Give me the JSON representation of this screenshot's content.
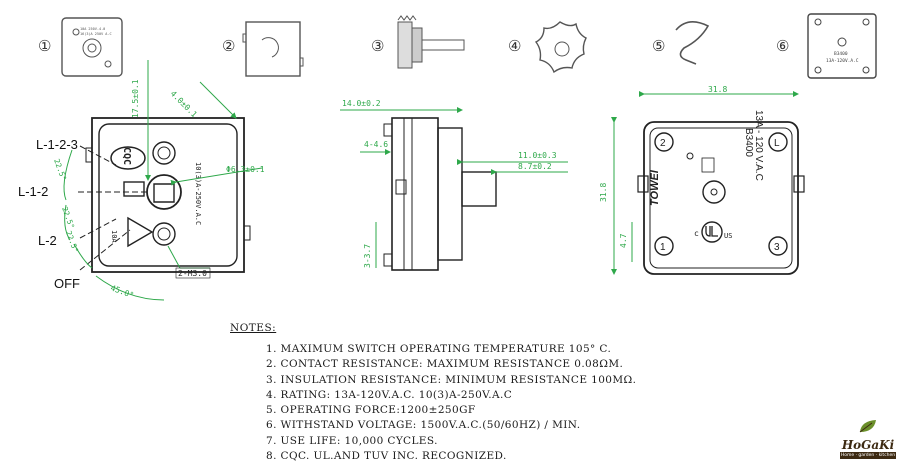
{
  "views": {
    "n1": "①",
    "n2": "②",
    "n3": "③",
    "n4": "④",
    "n5": "⑤",
    "n6": "⑥",
    "v1_line1": "10A 250V-4.0",
    "v1_line2": "16(3)A 250V A.C",
    "v6_line1": "B3400",
    "v6_line2": "13A-120V.A.C"
  },
  "front": {
    "pos_l123": "L-1-2-3",
    "pos_l12": "L-1-2",
    "pos_l2": "L-2",
    "pos_off": "OFF",
    "dim_175": "17.5±0.1",
    "dim_40": "4.0±0.1",
    "dim_63": "Φ6.3±0.1",
    "ang1": "22.5°",
    "ang2": "22.5°",
    "ang3": "22.5°",
    "ang45": "45.0°",
    "dim_m3": "2-M3.0",
    "logo_cqc": "CQC",
    "rating_text": "10(3)A-250V.A.C",
    "icon_10a": "10A"
  },
  "side": {
    "dim_140": "14.0±0.2",
    "dim_46": "4-4.6",
    "dim_110": "11.0±0.3",
    "dim_87": "8.7±0.2",
    "dim_37": "3-3.7"
  },
  "back": {
    "dim_318_top": "31.8",
    "dim_318_side": "31.8",
    "dim_47": "4.7",
    "brand": "TOWEI",
    "model": "B3400",
    "rating": "13A - 120 V.A.C",
    "us": "US",
    "c": "c",
    "t1": "1",
    "t2": "2",
    "t3": "3",
    "tL": "L"
  },
  "notes": {
    "title": "NOTES:",
    "items": [
      "1. MAXIMUM SWITCH OPERATING TEMPERATURE 105° C.",
      "2. CONTACT RESISTANCE: MAXIMUM RESISTANCE 0.08ΩM.",
      "3. INSULATION RESISTANCE: MINIMUM RESISTANCE 100MΩ.",
      "4. RATING: 13A-120V.A.C.      10(3)A-250V.A.C",
      "5. OPERATING FORCE:1200±250GF",
      "6. WITHSTAND VOLTAGE: 1500V.A.C.(50/60HZ) / MIN.",
      "7. USE LIFE: 10,000 CYCLES.",
      "8. CQC. UL.AND TUV INC. RECOGNIZED."
    ]
  },
  "logo": {
    "name": "HoGaKi",
    "tagline": "Home · garden · kitchen"
  }
}
